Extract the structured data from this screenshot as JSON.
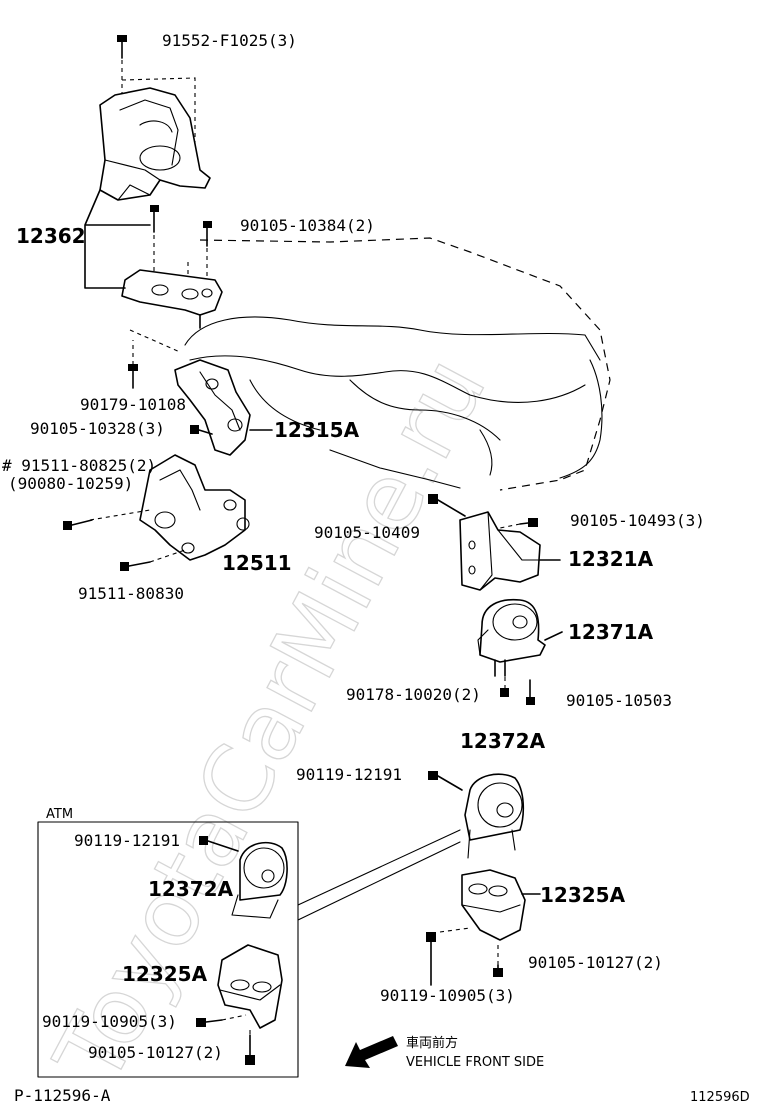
{
  "watermark": "ToyotaCarMine.ru",
  "diagram_id": "P-112596-A",
  "figure_code": "112596D",
  "parts": {
    "p91552": "91552-F1025(3)",
    "p12362": "12362",
    "p90105_10384": "90105-10384(2)",
    "p90179": "90179-10108",
    "p90105_10328": "90105-10328(3)",
    "p12315A": "12315A",
    "p91511_80825": "# 91511-80825(2)",
    "p90080": "(90080-10259)",
    "p12511": "12511",
    "p91511_80830": "91511-80830",
    "p90105_10409": "90105-10409",
    "p90105_10493": "90105-10493(3)",
    "p12321A": "12321A",
    "p12371A": "12371A",
    "p90178": "90178-10020(2)",
    "p90105_10503": "90105-10503",
    "p12372A": "12372A",
    "p90119_12191": "90119-12191",
    "p12325A": "12325A",
    "p90105_10127": "90105-10127(2)",
    "p90119_10905": "90119-10905(3)"
  },
  "atm": {
    "title": "ATM",
    "p90119_12191": "90119-12191",
    "p12372A": "12372A",
    "p12325A": "12325A",
    "p90119_10905": "90119-10905(3)",
    "p90105_10127": "90105-10127(2)"
  },
  "front": {
    "jp": "車両前方",
    "en": "VEHICLE FRONT SIDE"
  }
}
